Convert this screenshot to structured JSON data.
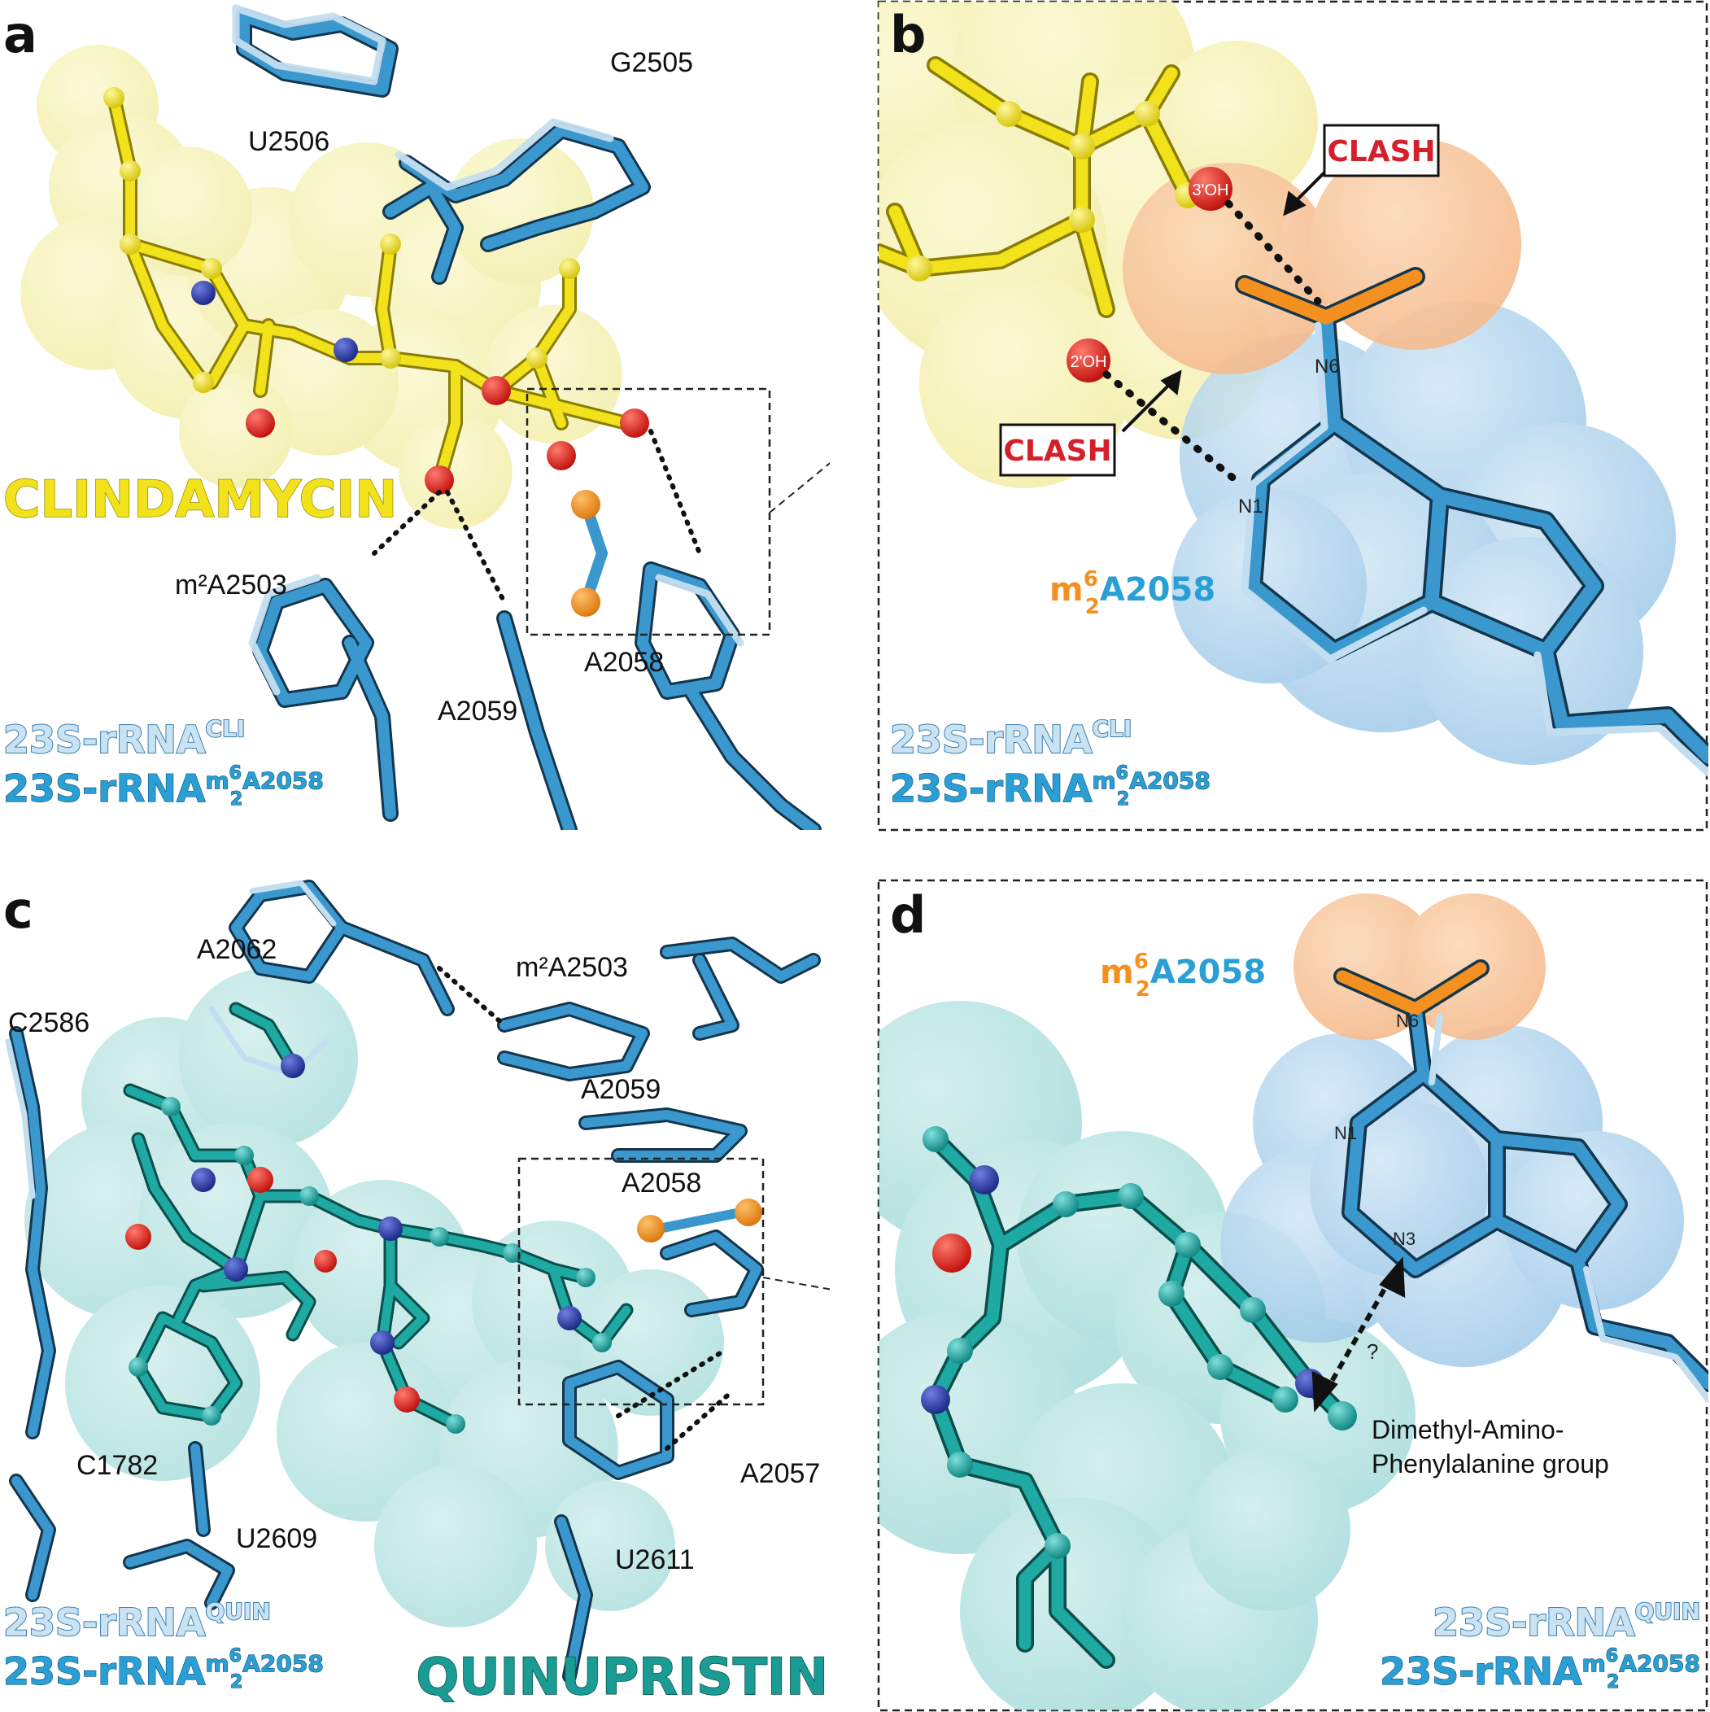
{
  "panels": {
    "a": {
      "letter": "a",
      "drug_name": "CLINDAMYCIN",
      "residues": [
        "G2505",
        "U2506",
        "m²A2503",
        "A2059",
        "A2058"
      ],
      "legend_cli": "23S-rRNA",
      "legend_cli_sup": "CLI",
      "legend_mod": "23S-rRNA",
      "legend_mod_sup": "m",
      "legend_mod_sup6": "6",
      "legend_mod_sub2": "2",
      "legend_mod_tail": "A2058"
    },
    "b": {
      "letter": "b",
      "clash_label": "CLASH",
      "clash_label_2": "CLASH",
      "atoms": [
        "3'OH",
        "2'OH",
        "N6",
        "N1"
      ],
      "mod_label_m": "m",
      "mod_label_sup": "6",
      "mod_label_sub": "2",
      "mod_label_tail": "A2058",
      "legend_cli": "23S-rRNA",
      "legend_cli_sup": "CLI",
      "legend_mod": "23S-rRNA",
      "legend_mod_sup": "m",
      "legend_mod_sup6": "6",
      "legend_mod_sub2": "2",
      "legend_mod_tail": "A2058"
    },
    "c": {
      "letter": "c",
      "drug_name": "QUINUPRISTIN",
      "residues": [
        "A2062",
        "m²A2503",
        "C2586",
        "A2059",
        "A2058",
        "C1782",
        "A2057",
        "U2609",
        "U2611"
      ],
      "legend_quin": "23S-rRNA",
      "legend_quin_sup": "QUIN",
      "legend_mod": "23S-rRNA",
      "legend_mod_sup": "m",
      "legend_mod_sup6": "6",
      "legend_mod_sub2": "2",
      "legend_mod_tail": "A2058"
    },
    "d": {
      "letter": "d",
      "atoms": [
        "N6",
        "N1",
        "N3"
      ],
      "question": "?",
      "group_line1": "Dimethyl-Amino-",
      "group_line2": "Phenylalanine group",
      "mod_label_m": "m",
      "mod_label_sup": "6",
      "mod_label_sub": "2",
      "mod_label_tail": "A2058",
      "legend_quin": "23S-rRNA",
      "legend_quin_sup": "QUIN",
      "legend_mod": "23S-rRNA",
      "legend_mod_sup": "m",
      "legend_mod_sup6": "6",
      "legend_mod_sub2": "2",
      "legend_mod_tail": "A2058"
    }
  },
  "colors": {
    "clindamycin": "#f2e21b",
    "quinupristin": "#1fa9a3",
    "rna_light": "#c3def0",
    "rna_dark": "#3a98cf",
    "methyl": "#f3901f",
    "oxygen": "#e0231b",
    "nitrogen": "#2b3fa8",
    "clash": "#d4202a"
  }
}
